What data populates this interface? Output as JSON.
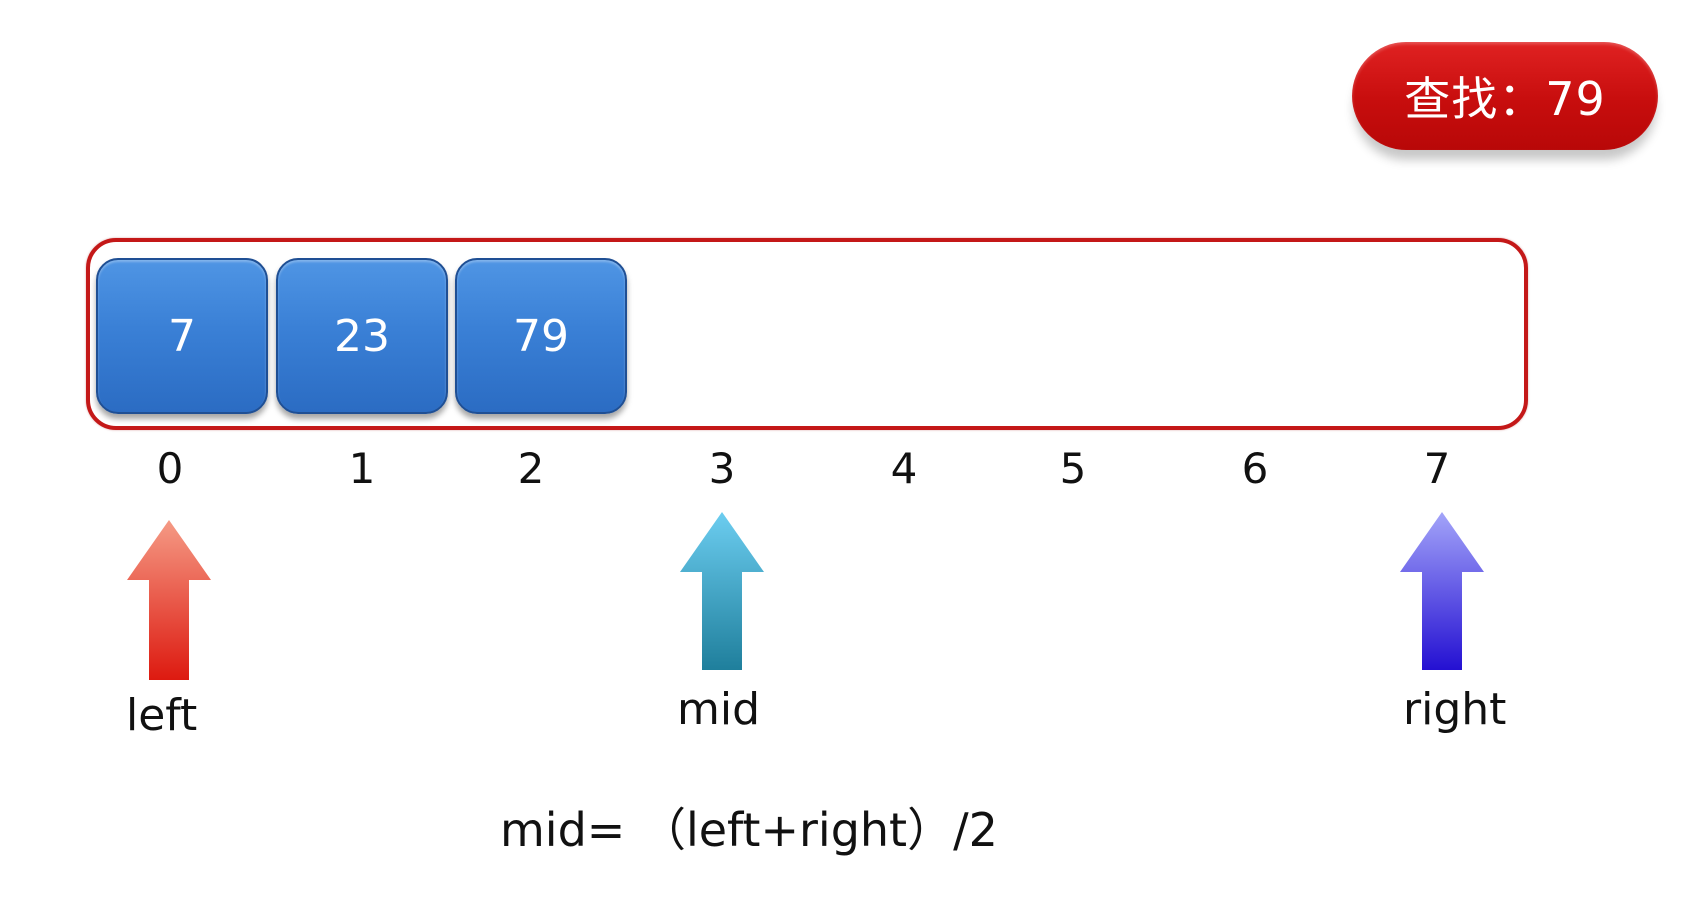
{
  "search_badge": {
    "text": "查找：79"
  },
  "array": {
    "cells": [
      "7",
      "23",
      "79"
    ],
    "indices": [
      "0",
      "1",
      "2",
      "3",
      "4",
      "5",
      "6",
      "7"
    ]
  },
  "pointers": {
    "left": {
      "label": "left",
      "index": 0
    },
    "mid": {
      "label": "mid",
      "index": 3
    },
    "right": {
      "label": "right",
      "index": 7
    }
  },
  "formula": "mid= （left+right）/2",
  "colors": {
    "badge": "#c70d0d",
    "frame": "#c41818",
    "cell": "#3a80d6",
    "arrow_left": "#dd1a10",
    "arrow_mid": "#2a93bb",
    "arrow_right": "#2a18d6"
  }
}
